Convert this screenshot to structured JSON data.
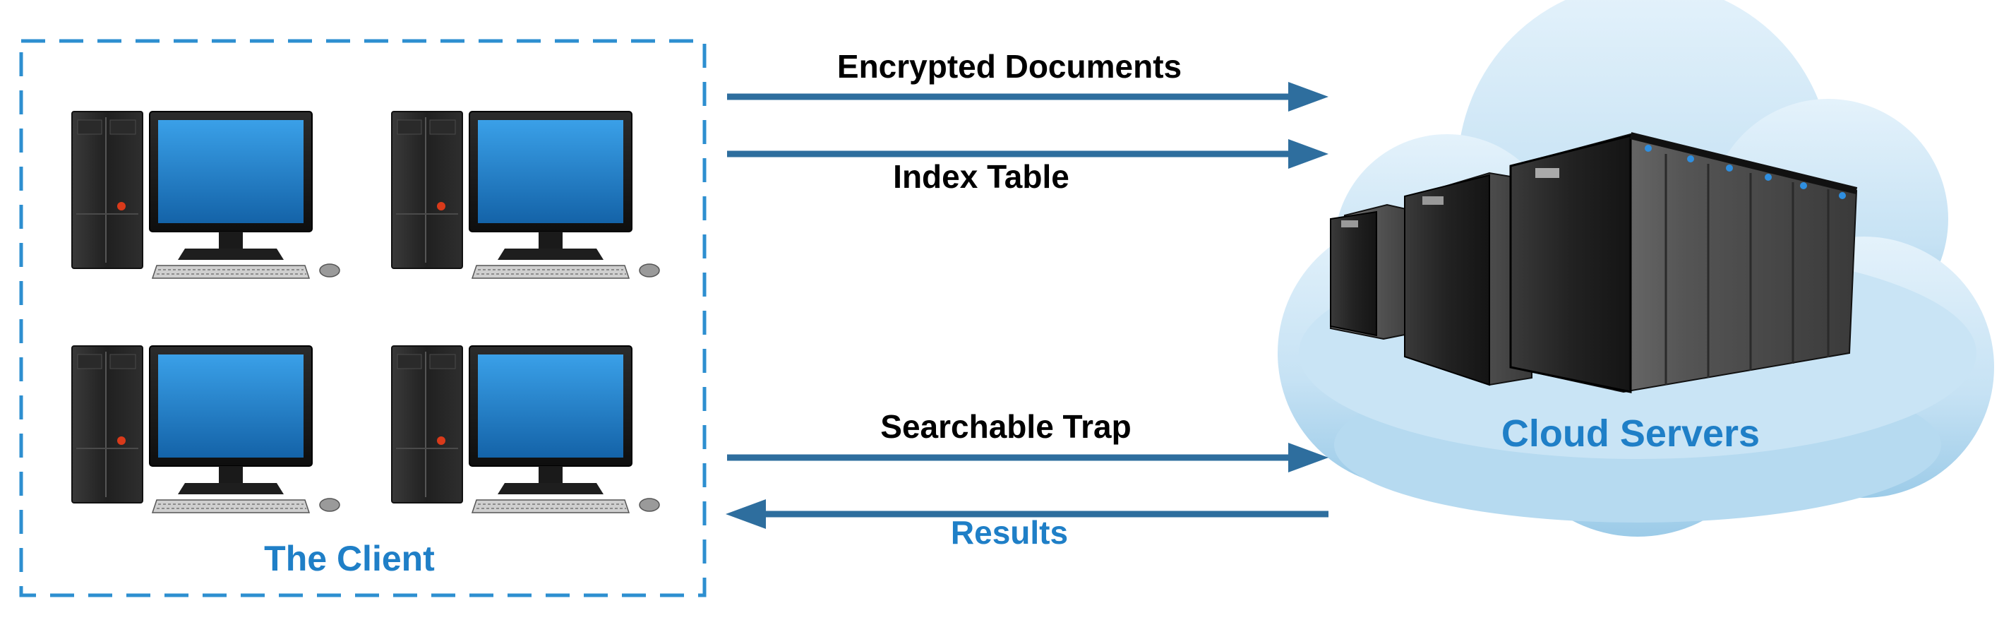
{
  "client": {
    "label": "The Client",
    "computer_count": 4,
    "icon": "desktop-computer-icon"
  },
  "cloud": {
    "label": "Cloud Servers",
    "icon": "server-rack-icon"
  },
  "arrows": {
    "encrypted_documents": "Encrypted Documents",
    "index_table": "Index Table",
    "searchable_trap": "Searchable Trap",
    "results": "Results"
  },
  "colors": {
    "accent_blue": "#1f7fc7",
    "arrow": "#2e6e9e",
    "cloud_light": "#d9ecf7",
    "cloud_dark": "#a9d1ea",
    "label_dark": "#000000"
  }
}
